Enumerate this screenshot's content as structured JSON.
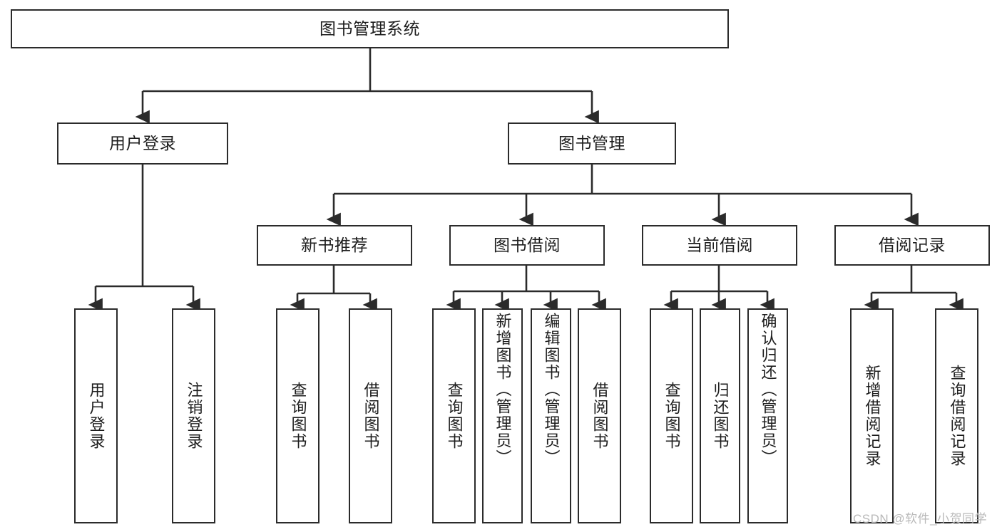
{
  "diagram": {
    "title": "图书管理系统",
    "watermark": "CSDN @软件_小贺同学",
    "colors": {
      "box_border": "#2b2b2b",
      "box_fill": "#ffffff",
      "connector": "#2b2b2b",
      "text": "#1d1d1d",
      "watermark": "#b9b9b9",
      "background": "#ffffff"
    },
    "root": {
      "label": "图书管理系统"
    },
    "level2": [
      {
        "label": "用户登录"
      },
      {
        "label": "图书管理"
      }
    ],
    "level3": [
      {
        "label": "新书推荐"
      },
      {
        "label": "图书借阅"
      },
      {
        "label": "当前借阅"
      },
      {
        "label": "借阅记录"
      }
    ],
    "leaves": {
      "user_login": [
        {
          "label": "用户登录"
        },
        {
          "label": "注销登录"
        }
      ],
      "new_book_recommend": [
        {
          "label": "查询图书"
        },
        {
          "label": "借阅图书"
        }
      ],
      "book_borrow": [
        {
          "label": "查询图书"
        },
        {
          "label": "新增图书（管理员）"
        },
        {
          "label": "编辑图书（管理员）"
        },
        {
          "label": "借阅图书"
        }
      ],
      "current_borrow": [
        {
          "label": "查询图书"
        },
        {
          "label": "归还图书"
        },
        {
          "label": "确认归还（管理员）"
        }
      ],
      "borrow_record": [
        {
          "label": "新增借阅记录"
        },
        {
          "label": "查询借阅记录"
        }
      ]
    }
  }
}
